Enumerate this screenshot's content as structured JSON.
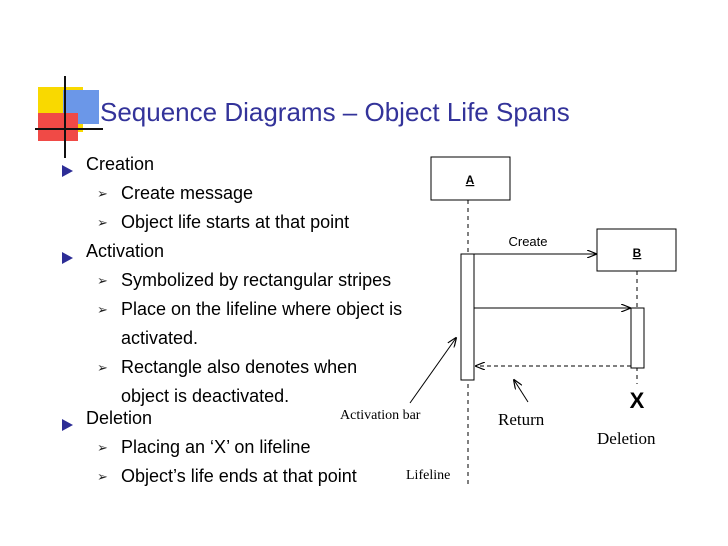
{
  "slide": {
    "title": "Sequence Diagrams – Object Life Spans",
    "bullets": [
      {
        "label": "Creation",
        "children": [
          "Create message",
          "Object life starts at that point"
        ]
      },
      {
        "label": "Activation",
        "children": [
          "Symbolized by rectangular stripes",
          "Place on the lifeline where object is activated.",
          "Rectangle also denotes when object is deactivated."
        ]
      },
      {
        "label": "Deletion",
        "children": [
          "Placing an ‘X’ on lifeline",
          "Object’s life ends at that point"
        ]
      }
    ],
    "colors": {
      "title": "#33339a",
      "bullet": "#2d2d96",
      "yellow": "#f9d900",
      "red": "#f04a46",
      "blue": "#5a8fe6"
    }
  },
  "diagram": {
    "object_a": "A",
    "object_b": "B",
    "create_label": "Create",
    "deletion_mark": "X",
    "activation_bar_label": "Activation bar",
    "return_label": "Return",
    "deletion_label": "Deletion",
    "lifeline_label": "Lifeline"
  }
}
